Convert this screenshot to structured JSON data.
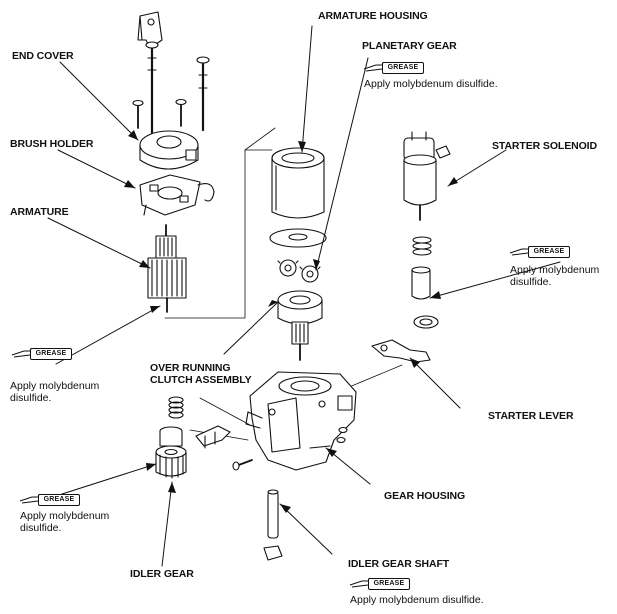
{
  "labels": {
    "end_cover": "END COVER",
    "brush_holder": "BRUSH HOLDER",
    "armature": "ARMATURE",
    "armature_housing": "ARMATURE HOUSING",
    "planetary_gear": "PLANETARY GEAR",
    "starter_solenoid": "STARTER SOLENOID",
    "over_running_clutch_line1": "OVER RUNNING",
    "over_running_clutch_line2": "CLUTCH ASSEMBLY",
    "starter_lever": "STARTER LEVER",
    "gear_housing": "GEAR HOUSING",
    "idler_gear": "IDLER GEAR",
    "idler_gear_shaft": "IDLER GEAR SHAFT"
  },
  "grease_tag": "GREASE",
  "notes": {
    "planetary": "Apply molybdenum disulfide.",
    "solenoid_line1": "Apply molybdenum",
    "solenoid_line2": "disulfide.",
    "armature_line1": "Apply molybdenum",
    "armature_line2": "disulfide.",
    "idler_line1": "Apply molybdenum",
    "idler_line2": "disulfide.",
    "shaft": "Apply molybdenum disulfide."
  }
}
